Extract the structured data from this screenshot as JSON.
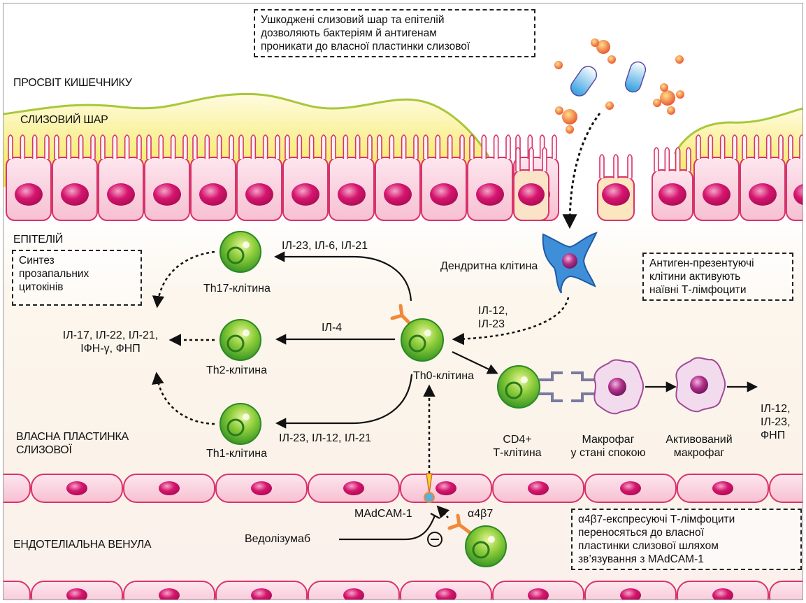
{
  "regions": {
    "lumen": "ПРОСВІТ КИШЕЧНИКУ",
    "mucus": "СЛИЗОВИЙ ШАР",
    "epithelium": "ЕПІТЕЛІЙ",
    "lamina_propria_1": "ВЛАСНА ПЛАСТИНКА",
    "lamina_propria_2": "СЛИЗОВОЇ",
    "venule": "ЕНДОТЕЛІАЛЬНА ВЕНУЛА"
  },
  "notes": {
    "damage": [
      "Ушкоджені слизовий шар та епітелій",
      "дозволяють бактеріям й антигенам",
      "проникати до власної пластинки слизової"
    ],
    "synthesis": [
      "Синтез",
      "прозапальних",
      "цитокінів"
    ],
    "apc": [
      "Антиген-презентуючі",
      "клітини активують",
      "наївні Т-лімфоцити"
    ],
    "homing": [
      "α4β7-експресуючі Т-лімфоцити",
      "переносяться до власної",
      "пластинки слизової шляхом",
      "зв’язування з MAdCAM-1"
    ]
  },
  "cells": {
    "th17": "Th17-клітина",
    "th2": "Th2-клітина",
    "th1": "Th1-клітина",
    "th0": "Th0-клітина",
    "dendritic": "Дендритна клітина",
    "cd4_1": "CD4+",
    "cd4_2": "Т-клітина",
    "macro_rest_1": "Макрофаг",
    "macro_rest_2": "у стані спокою",
    "macro_act_1": "Активований",
    "macro_act_2": "макрофаг"
  },
  "cytokines": {
    "to_th17": "ІЛ-23, ІЛ-6, ІЛ-21",
    "to_th2": "ІЛ-4",
    "to_th1": "ІЛ-23, ІЛ-12, ІЛ-21",
    "from_dc_1": "ІЛ-12,",
    "from_dc_2": "ІЛ-23",
    "output_1": "ІЛ-17, ІЛ-22, ІЛ-21,",
    "output_2": "ІФН-γ, ФНП",
    "macro_out_1": "ІЛ-12,",
    "macro_out_2": "ІЛ-23,",
    "macro_out_3": "ФНП"
  },
  "molecules": {
    "madcam": "MAdCAM-1",
    "integrin": "α4β7",
    "drug": "Ведолізумаб",
    "inhibit_symbol": "⊖"
  },
  "colors": {
    "cell_pink": "#f7c9d8",
    "cell_border": "#d8336a",
    "nucleus": "#d6156f",
    "mucus_yellow": "#f4ec6a",
    "mucus_line": "#a8c83a",
    "tcell_green": "#5cb830",
    "dendritic_blue": "#3f8fd8",
    "bacteria_blue": "#3aa6e0",
    "antigen_orange": "#f08a3a",
    "macrophage": "#f0d8ec"
  }
}
